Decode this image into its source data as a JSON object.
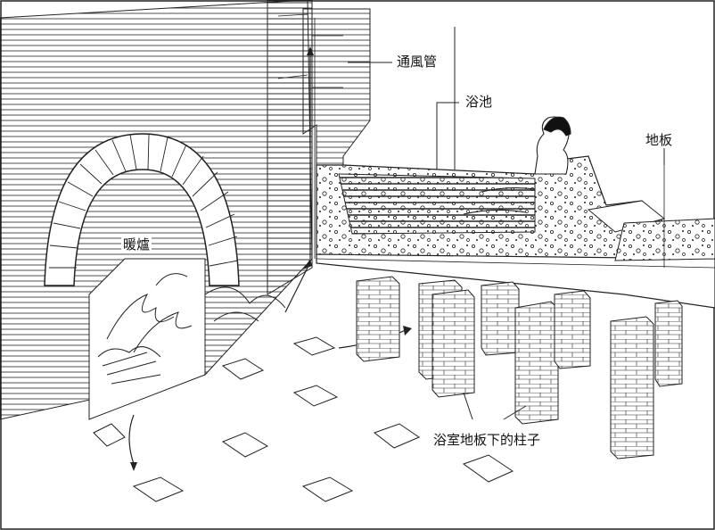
{
  "labels": {
    "vent_pipe": "通風管",
    "bath_pool": "浴池",
    "floor": "地板",
    "furnace": "暖爐",
    "pillars": "浴室地板下的柱子"
  }
}
